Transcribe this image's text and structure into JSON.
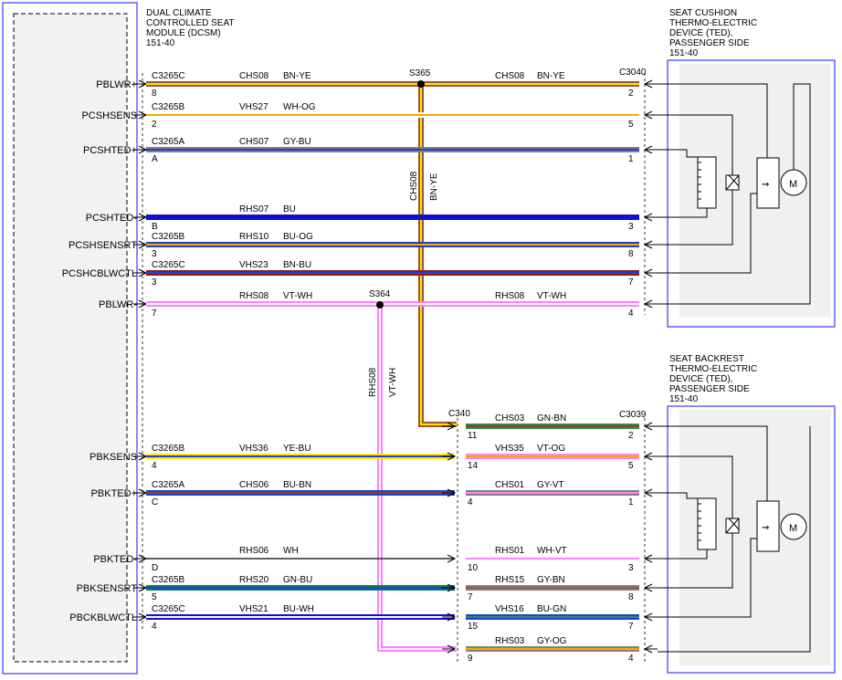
{
  "module_left": {
    "title_lines": [
      "DUAL CLIMATE",
      "CONTROLLED SEAT",
      "MODULE (DCSM)",
      "151-40"
    ]
  },
  "device_cushion": {
    "title_lines": [
      "SEAT CUSHION",
      "THERMO-ELECTRIC",
      "DEVICE (TED),",
      "PASSENGER SIDE",
      "151-40"
    ]
  },
  "device_backrest": {
    "title_lines": [
      "SEAT BACKREST",
      "THERMO-ELECTRIC",
      "DEVICE (TED),",
      "PASSENGER SIDE",
      "151-40"
    ]
  },
  "motor_symbol": "M",
  "splices": {
    "s365": "S365",
    "s364": "S364",
    "c340": "C340"
  },
  "vertical_labels": {
    "s365_circuit": "CHS08",
    "s365_color": "BN-YE",
    "s364_circuit": "RHS08",
    "s364_color": "VT-WH"
  },
  "pin_labels": [
    "PBLWR+",
    "PCSHSENS",
    "PCSHTED+",
    "PCSHTED-",
    "PCSHSENSRT",
    "PCSHCBLWCTL",
    "PBLWR-",
    "PBKSENS",
    "PBKTED+",
    "PBKTED-",
    "PBKSENSRT",
    "PBCKBLWCTL"
  ],
  "wire_labels": [
    {
      "connector": "C3265C",
      "pin": "8",
      "circuit": "CHS08",
      "color": "BN-YE",
      "right_circuit": "CHS08",
      "right_color": "BN-YE",
      "right_connector": "C3040",
      "right_pin": "2"
    },
    {
      "connector": "C3265B",
      "pin": "2",
      "circuit": "VHS27",
      "color": "WH-OG",
      "right_pin": "5"
    },
    {
      "connector": "C3265A",
      "pin": "A",
      "circuit": "CHS07",
      "color": "GY-BU",
      "right_pin": "1"
    },
    {
      "connector": "",
      "pin": "B",
      "circuit": "RHS07",
      "color": "BU",
      "right_pin": "3"
    },
    {
      "connector": "C3265B",
      "pin": "3",
      "circuit": "RHS10",
      "color": "BU-OG",
      "right_pin": "8"
    },
    {
      "connector": "C3265C",
      "pin": "3",
      "circuit": "VHS23",
      "color": "BN-BU",
      "right_pin": "7"
    },
    {
      "connector": "",
      "pin": "7",
      "circuit": "RHS08",
      "color": "VT-WH",
      "right_circuit": "RHS08",
      "right_color": "VT-WH",
      "right_pin": "4"
    },
    {
      "connector": "C3265B",
      "pin": "4",
      "circuit": "VHS36",
      "color": "YE-BU",
      "c340_pin": "14",
      "right_circuit": "VHS35",
      "right_color": "VT-OG",
      "right_pin": "5"
    },
    {
      "connector": "C3265A",
      "pin": "C",
      "circuit": "CHS06",
      "color": "BU-BN",
      "c340_pin": "4",
      "right_circuit": "CHS01",
      "right_color": "GY-VT",
      "right_pin": "1"
    },
    {
      "connector": "",
      "pin": "D",
      "circuit": "RHS06",
      "color": "WH",
      "c340_pin": "10",
      "right_circuit": "RHS01",
      "right_color": "WH-VT",
      "right_pin": "3"
    },
    {
      "connector": "C3265B",
      "pin": "5",
      "circuit": "RHS20",
      "color": "GN-BU",
      "c340_pin": "7",
      "right_circuit": "RHS15",
      "right_color": "GY-BN",
      "right_pin": "8"
    },
    {
      "connector": "C3265C",
      "pin": "4",
      "circuit": "VHS21",
      "color": "BU-WH",
      "c340_pin": "15",
      "right_circuit": "VHS16",
      "right_color": "BU-GN",
      "right_pin": "7"
    }
  ],
  "c340_extra": [
    {
      "c340_pin": "11",
      "right_circuit": "CHS03",
      "right_color": "GN-BN",
      "right_connector": "C3039",
      "right_pin": "2"
    },
    {
      "c340_pin": "9",
      "right_circuit": "RHS03",
      "right_color": "GY-OG",
      "right_pin": "4"
    }
  ],
  "wire_colors": {
    "BN-YE": [
      "#a0522d",
      "#ffe600"
    ],
    "WH-OG": [
      "#ffffff",
      "#ffa500"
    ],
    "GY-BU": [
      "#808080",
      "#1e3fd8"
    ],
    "BU": [
      "#1010d0",
      "#1010d0"
    ],
    "BU-OG": [
      "#1e3fd8",
      "#ffa500"
    ],
    "BN-BU": [
      "#8b1a1a",
      "#1e3fd8"
    ],
    "VT-WH": [
      "#ff80ff",
      "#ffffff"
    ],
    "YE-BU": [
      "#ffe600",
      "#1e3fd8"
    ],
    "BU-BN": [
      "#1e3fd8",
      "#8b4513"
    ],
    "WH": [
      "#ffffff",
      "#ffffff"
    ],
    "GN-BU": [
      "#0b7a5c",
      "#1e3fd8"
    ],
    "BU-WH": [
      "#1010d0",
      "#ffffff"
    ],
    "VT-OG": [
      "#ff80ff",
      "#ffa500"
    ],
    "GY-VT": [
      "#808080",
      "#ff80ff"
    ],
    "WH-VT": [
      "#ffffff",
      "#ff80ff"
    ],
    "GY-BN": [
      "#808080",
      "#a0522d"
    ],
    "BU-GN": [
      "#1e3fd8",
      "#2e8b57"
    ],
    "GN-BN": [
      "#2e8b57",
      "#8b4513"
    ],
    "GY-OG": [
      "#808080",
      "#ffa500"
    ]
  },
  "accent_colors": {
    "module_border": "#3a3aff",
    "device_fill": "#f0f0f0"
  }
}
